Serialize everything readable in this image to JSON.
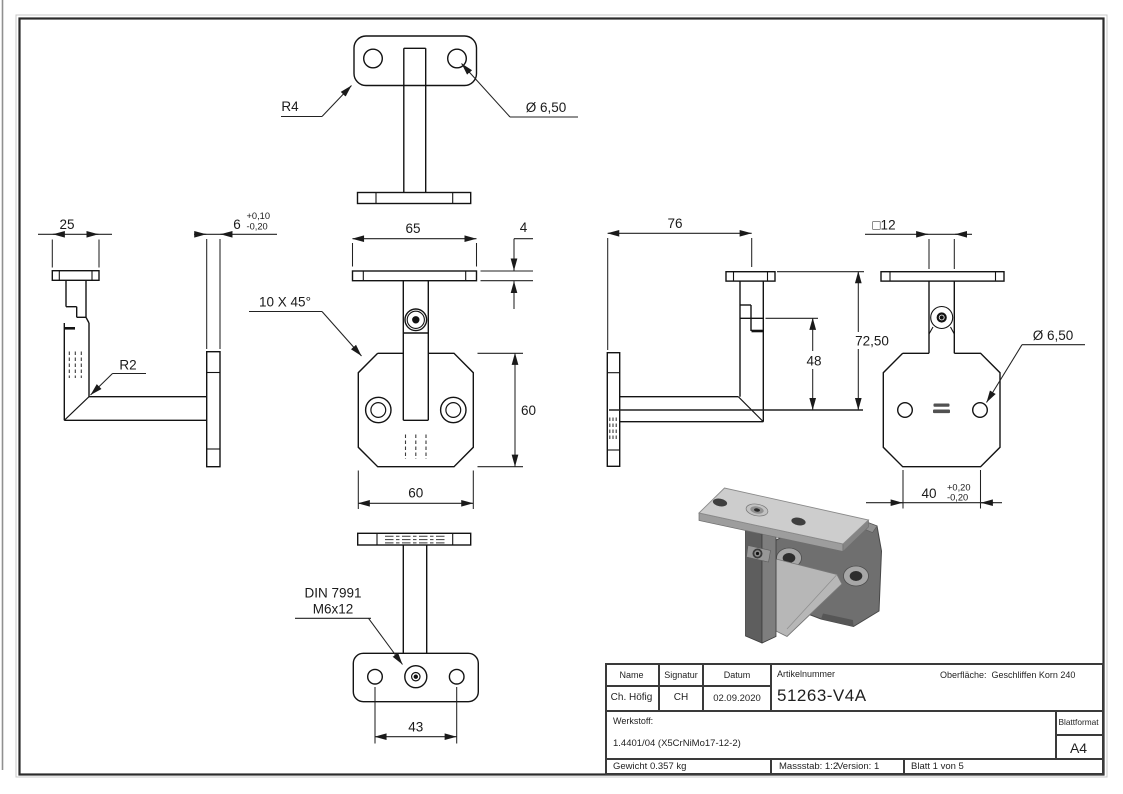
{
  "views": {
    "top": {
      "radius_label": "R4",
      "hole_label": "Ø 6,50"
    },
    "left": {
      "width_dim": "25",
      "radius_label": "R2"
    },
    "front": {
      "thickness_dim": "6",
      "thickness_tol_plus": "+0,10",
      "thickness_tol_minus": "-0,20",
      "plate_width_dim": "65",
      "plate_thickness_dim": "4",
      "chamfer_label": "10 X 45°",
      "height_dim": "60",
      "width_dim": "60"
    },
    "bottom": {
      "screw_norm": "DIN 7991",
      "screw_size": "M6x12",
      "hole_spacing_dim": "43"
    },
    "right": {
      "depth_dim": "76",
      "arm_height_dim": "48",
      "total_height_dim": "72,50"
    },
    "rear": {
      "stem_dim": "□12",
      "hole_label": "Ø 6,50",
      "width_dim": "40",
      "width_tol_plus": "+0,20",
      "width_tol_minus": "-0,20"
    }
  },
  "title_block": {
    "headers": {
      "name": "Name",
      "signatur": "Signatur",
      "datum": "Datum",
      "artikelnummer": "Artikelnummer",
      "oberflaeche_label": "Oberfläche:",
      "oberflaeche_value": "Geschliffen Korn 240"
    },
    "values": {
      "name": "Ch. Höfig",
      "signatur": "CH",
      "datum": "02.09.2020",
      "artikelnummer": "51263-V4A"
    },
    "werkstoff_label": "Werkstoff:",
    "werkstoff_value": "1.4401/04 (X5CrNiMo17-12-2)",
    "blattformat_label": "Blattformat",
    "blattformat_value": "A4",
    "gewicht": "Gewicht 0.357 kg",
    "massstab": "Massstab: 1:2",
    "version": "Version: 1",
    "blatt": "Blatt 1 von 5"
  }
}
